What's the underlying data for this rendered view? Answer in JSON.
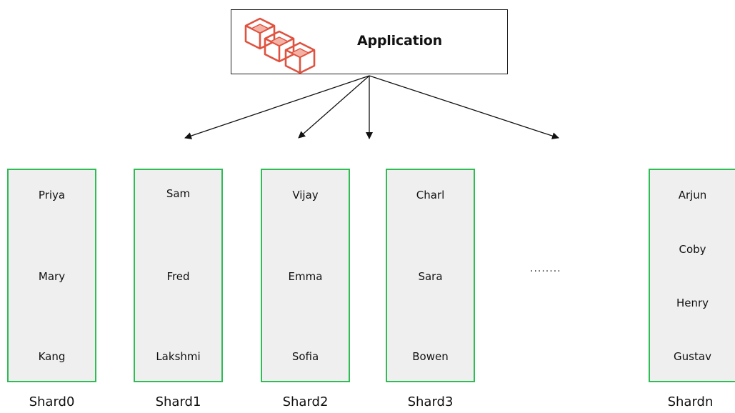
{
  "application": {
    "title": "Application",
    "icon": "cubes-icon",
    "icon_color": "#e0523f"
  },
  "shards": [
    {
      "label": "Shard0",
      "names": [
        "Priya",
        "Mary",
        "Kang"
      ]
    },
    {
      "label": "Shard1",
      "names": [
        "Sam",
        "Fred",
        "Lakshmi"
      ]
    },
    {
      "label": "Shard2",
      "names": [
        "Vijay",
        "Emma",
        "Sofia"
      ]
    },
    {
      "label": "Shard3",
      "names": [
        "Charl",
        "Sara",
        "Bowen"
      ]
    },
    {
      "label": "Shardn",
      "names": [
        "Arjun",
        "Coby",
        "Henry",
        "Gustav"
      ]
    }
  ],
  "ellipsis": "........",
  "colors": {
    "shard_border": "#2ebd55",
    "shard_fill": "#efefef",
    "arrow": "#111111"
  }
}
